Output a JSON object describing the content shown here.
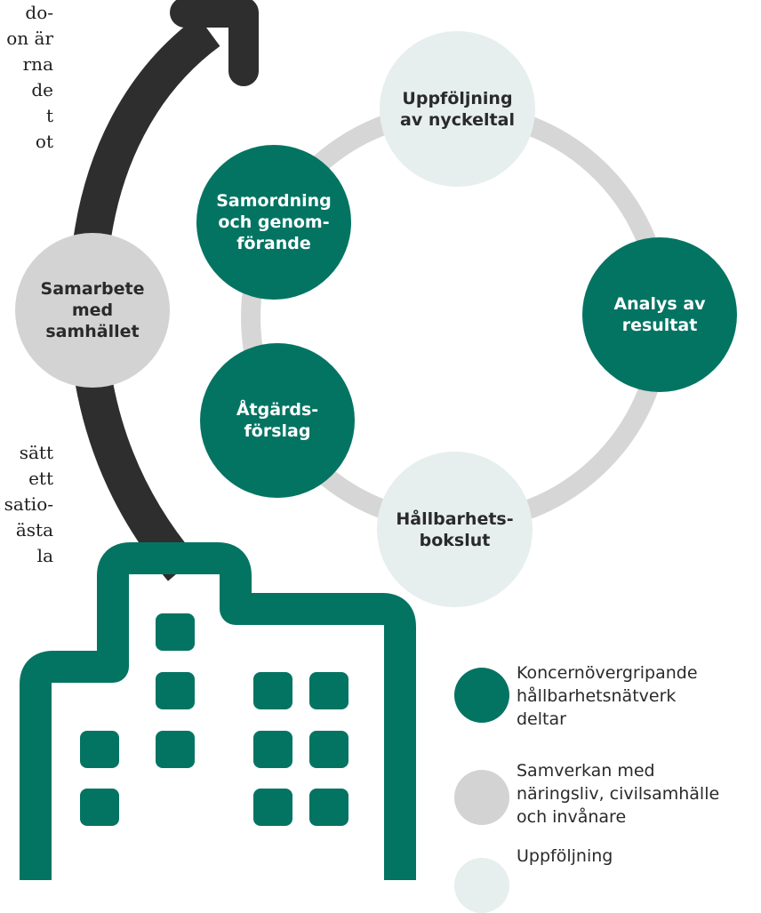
{
  "colors": {
    "green": "#047462",
    "grey": "#d3d3d3",
    "light": "#e6efed",
    "arrow": "#2e2e2e"
  },
  "text_fragments": {
    "top": [
      "do-",
      "on är",
      "rna",
      "de",
      "t",
      "ot"
    ],
    "bottom": [
      "sätt",
      "ett",
      "satio-",
      "ästa",
      "la"
    ]
  },
  "nodes": {
    "uppfoljning": [
      "Uppföljning",
      "av nyckeltal"
    ],
    "samordning": [
      "Samordning",
      "och genom-",
      "förande"
    ],
    "samarbete": [
      "Samarbete",
      "med",
      "samhället"
    ],
    "analys": [
      "Analys av",
      "resultat"
    ],
    "atgard": [
      "Åtgärds-",
      "förslag"
    ],
    "hallbarhet": [
      "Hållbarhets-",
      "bokslut"
    ]
  },
  "legend": [
    {
      "color": "green",
      "lines": [
        "Koncernövergripande",
        "hållbarhetsnätverk",
        "deltar"
      ]
    },
    {
      "color": "grey",
      "lines": [
        "Samverkan med",
        "näringsliv, civilsamhälle",
        "och invånare"
      ]
    },
    {
      "color": "light",
      "lines": [
        "Uppföljning"
      ]
    }
  ],
  "icons": {
    "arrow": "curved-arrow-icon",
    "building": "building-icon"
  }
}
